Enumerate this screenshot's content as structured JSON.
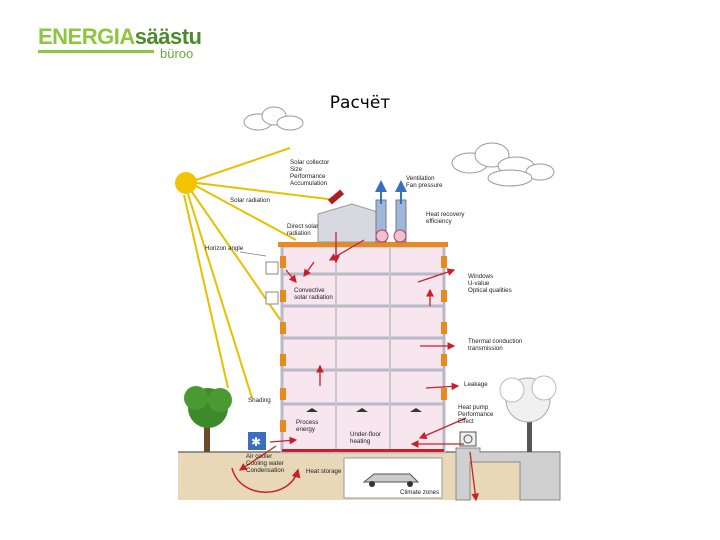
{
  "logo": {
    "part1": "ENERGIA",
    "part2": "säästu",
    "sub": "büroo"
  },
  "title": "Расчёт",
  "labels": {
    "solar_collector": [
      "Solar collector",
      "Size",
      "Performance",
      "Accumulation"
    ],
    "ventilation": [
      "Ventilation",
      "Fan pressure"
    ],
    "heat_recovery": [
      "Heat recovery",
      "efficiency"
    ],
    "solar_radiation": "Solar radiation",
    "direct_solar": [
      "Direct solar",
      "radiation"
    ],
    "horizon_angle": "Horizon angle",
    "windows": [
      "Windows",
      "U-value",
      "Optical qualities"
    ],
    "convective": [
      "Convective",
      "solar radiation"
    ],
    "thermal_conduction": [
      "Thermal conduction",
      "transmission"
    ],
    "leakage": "Leakage",
    "shading": "Shading",
    "heat_pump": [
      "Heat pump",
      "Performance",
      "Effect"
    ],
    "process_energy": [
      "Process",
      "energy"
    ],
    "underfloor": [
      "Under-floor",
      "heating"
    ],
    "air_cooler": [
      "Air cooler",
      "Cooling water",
      "Condensation"
    ],
    "heat_storage": "Heat storage",
    "climate_zones": "Climate zones"
  },
  "colors": {
    "sun": "#f5c400",
    "ray": "#e8c000",
    "arrow": "#c8202a",
    "room": "#f7e6ee",
    "wall": "#b8b8c8",
    "accent_orange": "#e88a22",
    "ground": "#e8d8b8",
    "tree": "#3d8a2a"
  }
}
